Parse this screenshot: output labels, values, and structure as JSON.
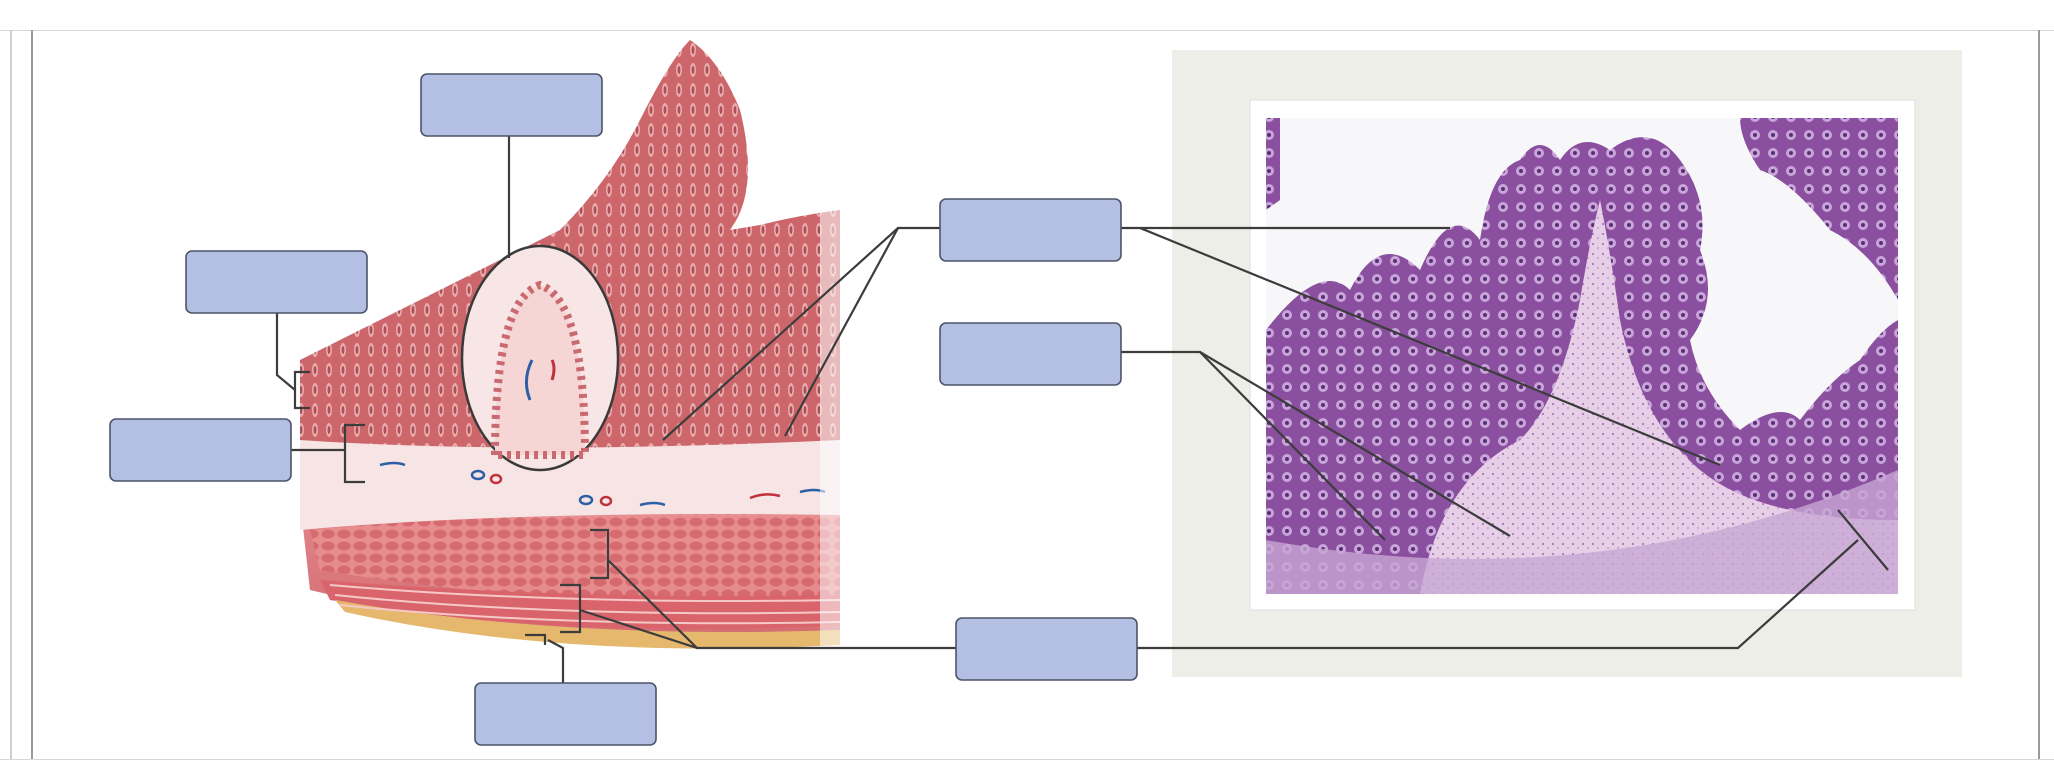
{
  "diagram": {
    "drop_zones": [
      {
        "id": "top-left",
        "text": ""
      },
      {
        "id": "left-upper",
        "text": ""
      },
      {
        "id": "left-lower",
        "text": ""
      },
      {
        "id": "bottom-left",
        "text": ""
      },
      {
        "id": "center-upper",
        "text": ""
      },
      {
        "id": "center-middle",
        "text": ""
      },
      {
        "id": "center-bottom",
        "text": ""
      }
    ]
  },
  "colors": {
    "label_fill": "#b3bfe3",
    "label_stroke": "#4d5468",
    "tissue_pink": "#d97a7e",
    "histology_purple": "#8a4f9f"
  }
}
